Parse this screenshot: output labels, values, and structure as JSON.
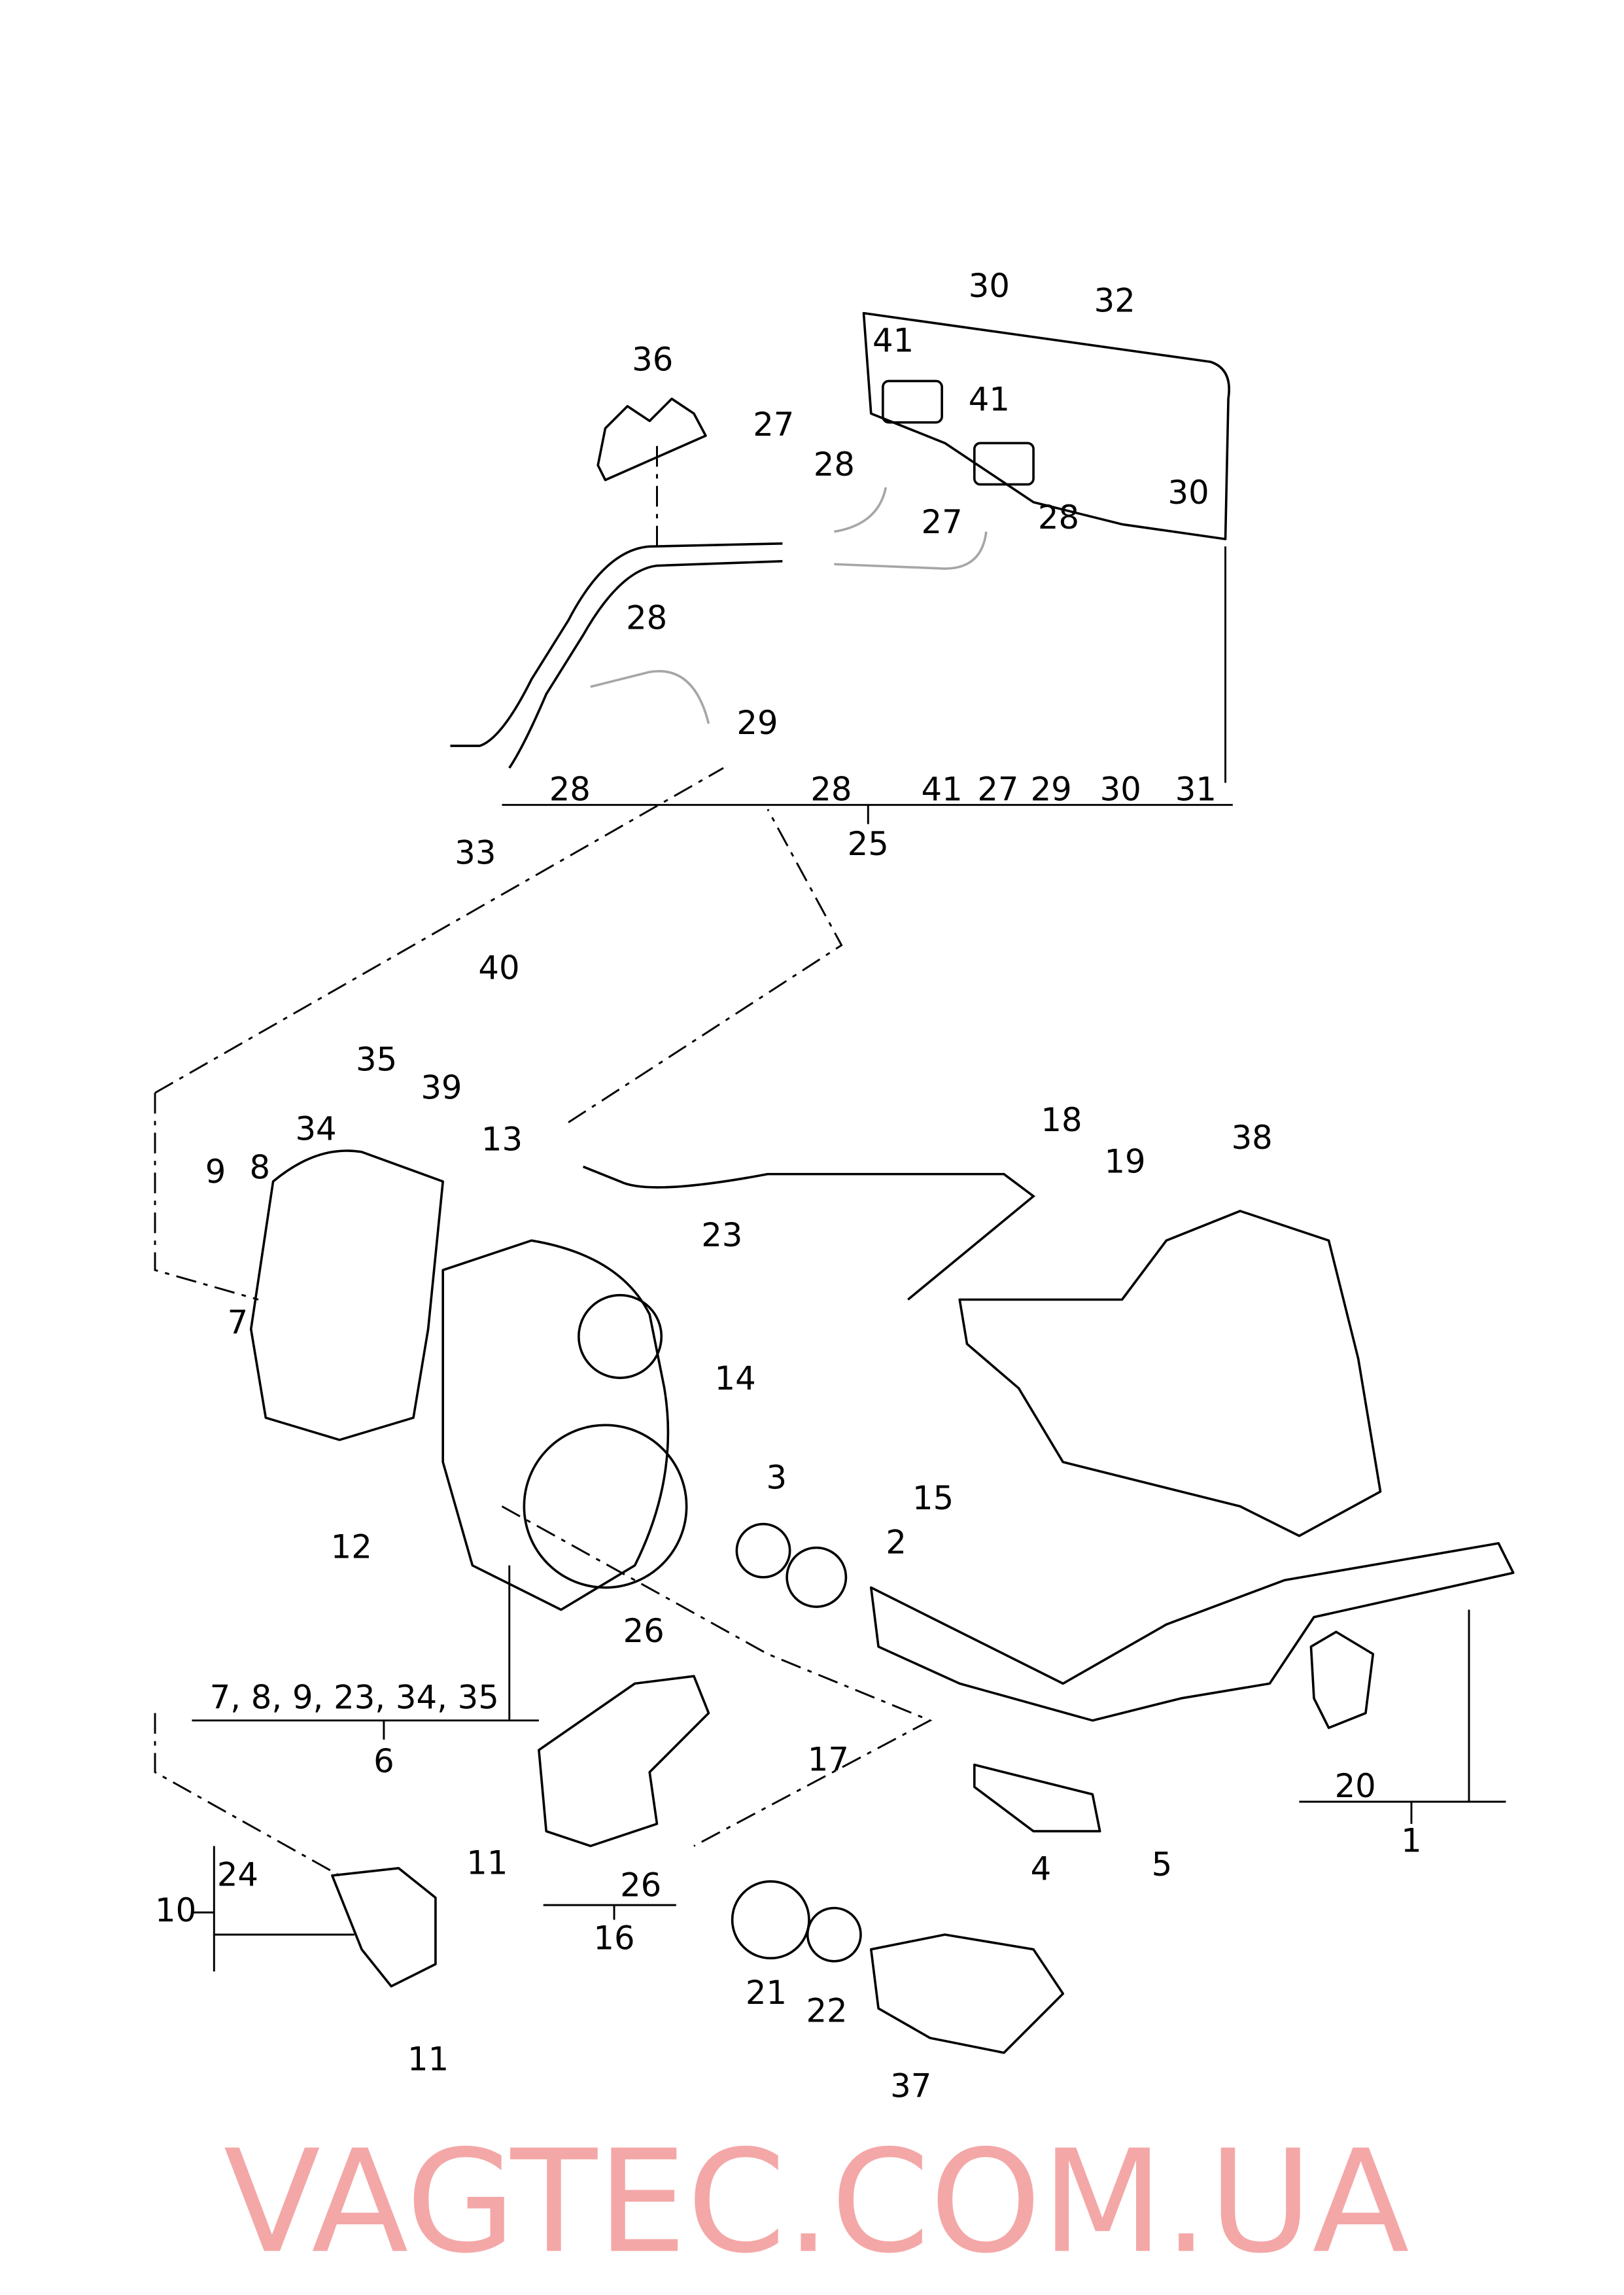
{
  "watermark": "VAGTEC.COM.UA",
  "callouts": [
    "30",
    "32",
    "36",
    "41",
    "41",
    "27",
    "28",
    "27",
    "28",
    "30",
    "28",
    "29",
    "28",
    "28",
    "41",
    "27",
    "29",
    "30",
    "31",
    "33",
    "25",
    "40",
    "35",
    "39",
    "34",
    "13",
    "18",
    "19",
    "38",
    "9",
    "8",
    "23",
    "7",
    "14",
    "12",
    "3",
    "15",
    "2",
    "26",
    "7, 8, 9, 23, 34, 35",
    "6",
    "17",
    "20",
    "4",
    "5",
    "1",
    "24",
    "10",
    "11",
    "11",
    "26",
    "16",
    "21",
    "22",
    "37"
  ]
}
